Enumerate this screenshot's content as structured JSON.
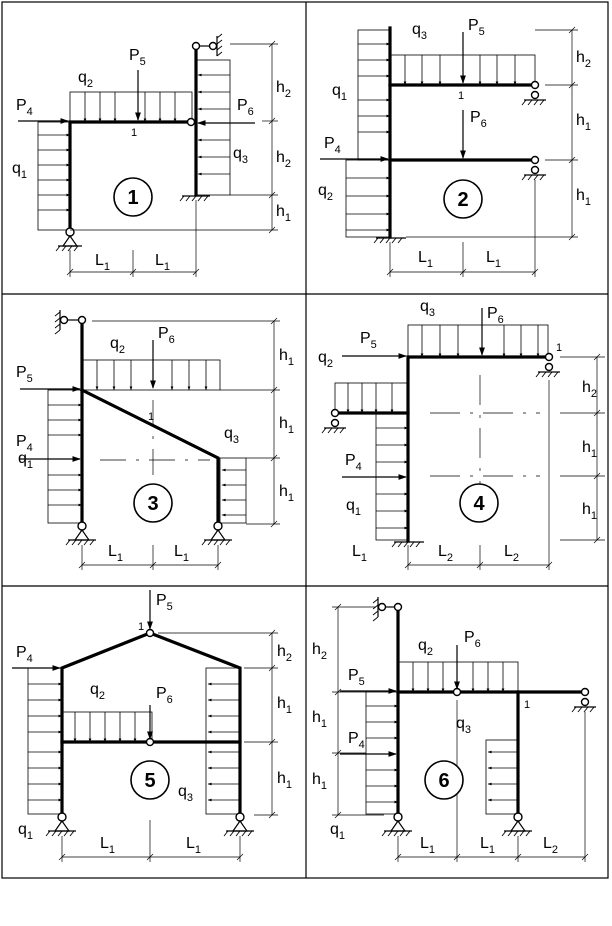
{
  "panels": [
    {
      "id": "1",
      "number": "1"
    },
    {
      "id": "2",
      "number": "2"
    },
    {
      "id": "3",
      "number": "3"
    },
    {
      "id": "4",
      "number": "4"
    },
    {
      "id": "5",
      "number": "5"
    },
    {
      "id": "6",
      "number": "6"
    }
  ],
  "labels": {
    "q": "q",
    "P": "P",
    "h": "h",
    "L": "L",
    "s1": "1",
    "s2": "2",
    "s3": "3",
    "s4": "4",
    "s5": "5",
    "s6": "6",
    "node": "1"
  }
}
